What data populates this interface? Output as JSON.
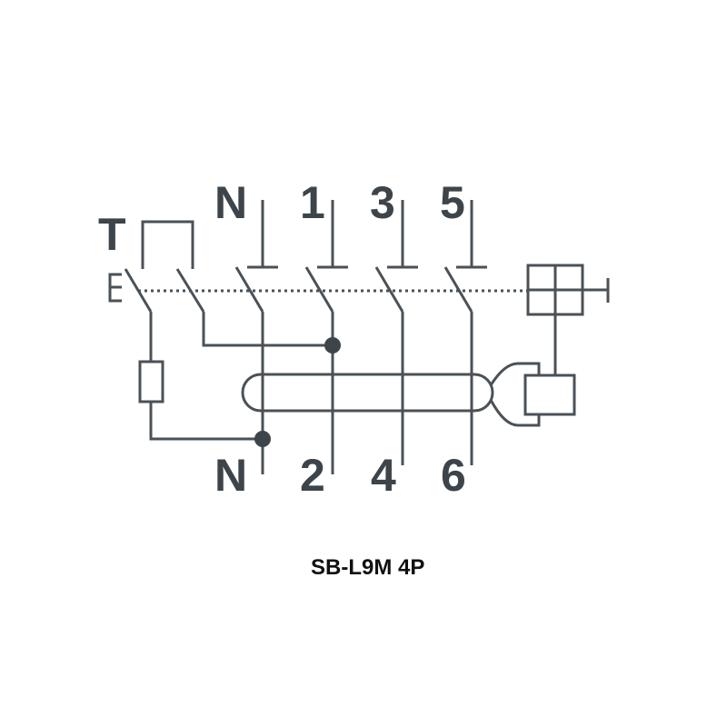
{
  "diagram": {
    "test_label": "T",
    "top_terminals": [
      "N",
      "1",
      "3",
      "5"
    ],
    "bottom_terminals": [
      "N",
      "2",
      "4",
      "6"
    ],
    "model": "SB-L9M 4P"
  },
  "colors": {
    "line": "#4a5157",
    "text": "#3d444a",
    "caption": "#111111"
  }
}
